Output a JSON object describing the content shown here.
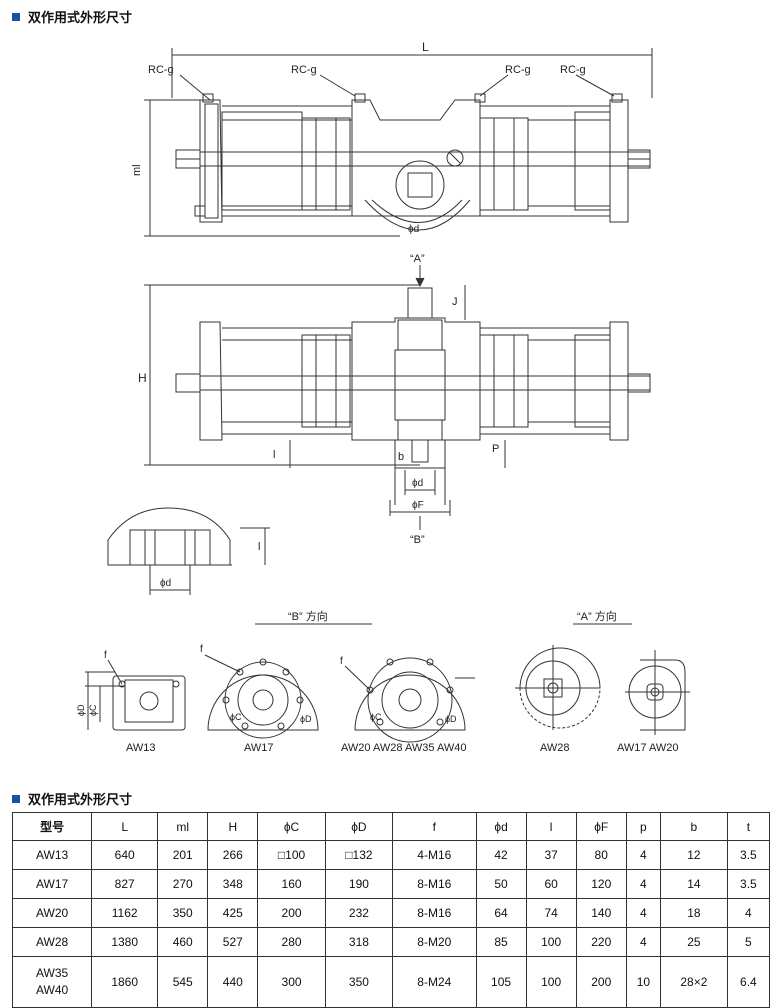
{
  "heading_top": "双作用式外形尺寸",
  "heading_bottom": "双作用式外形尺寸",
  "accent_color": "#1d4fa8",
  "labels": {
    "L": "L",
    "ml": "ml",
    "H": "H",
    "J": "J",
    "l": "l",
    "P": "P",
    "b": "b",
    "phi_d": "ϕd",
    "phi_F": "ϕF",
    "phi_D": "ϕD",
    "phi_C": "ϕC",
    "f": "f",
    "rc1": "RC-g",
    "rc2": "RC-g",
    "rc3": "RC-g",
    "rc4": "RC-g",
    "view_a_top": "“A”",
    "view_b_bottom": "“B”",
    "b_direction": "“B” 方向",
    "a_direction": "“A” 方向"
  },
  "captions": {
    "aw13": "AW13",
    "aw17": "AW17",
    "aw20_40": "AW20 AW28 AW35 AW40",
    "aw28": "AW28",
    "aw17_20": "AW17  AW20"
  },
  "table": {
    "headers": [
      "型号",
      "L",
      "ml",
      "H",
      "ϕC",
      "ϕD",
      "f",
      "ϕd",
      "l",
      "ϕF",
      "p",
      "b",
      "t"
    ],
    "rows": [
      [
        "AW13",
        "640",
        "201",
        "266",
        "□100",
        "□132",
        "4-M16",
        "42",
        "37",
        "80",
        "4",
        "12",
        "3.5"
      ],
      [
        "AW17",
        "827",
        "270",
        "348",
        "160",
        "190",
        "8-M16",
        "50",
        "60",
        "120",
        "4",
        "14",
        "3.5"
      ],
      [
        "AW20",
        "1162",
        "350",
        "425",
        "200",
        "232",
        "8-M16",
        "64",
        "74",
        "140",
        "4",
        "18",
        "4"
      ],
      [
        "AW28",
        "1380",
        "460",
        "527",
        "280",
        "318",
        "8-M20",
        "85",
        "100",
        "220",
        "4",
        "25",
        "5"
      ]
    ],
    "last_row": {
      "model_line1": "AW35",
      "model_line2": "AW40",
      "cells": [
        "1860",
        "545",
        "440",
        "300",
        "350",
        "8-M24",
        "105",
        "100",
        "200",
        "10",
        "28×2",
        "6.4"
      ]
    }
  }
}
